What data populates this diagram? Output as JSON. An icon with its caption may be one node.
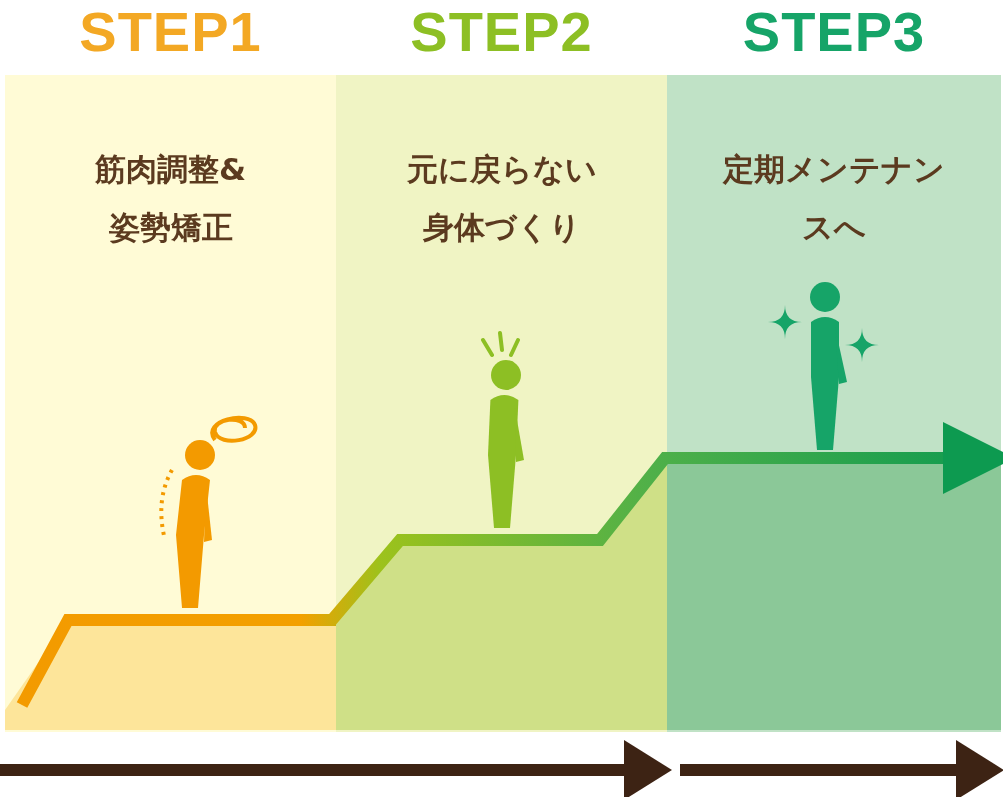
{
  "diagram": {
    "nodes": [
      {
        "text": [
          "STEP1",
          "筋肉調整&姿勢矯正"
        ]
      },
      {
        "text": [
          "STEP2",
          "元に戻らない身体づくり"
        ]
      },
      {
        "text": [
          "STEP3",
          "定期メンテナンスへ"
        ]
      }
    ],
    "edges": [
      {
        "from": 0,
        "to": 1,
        "arrow": "none"
      },
      {
        "from": 1,
        "to": 2,
        "arrow": "to"
      }
    ]
  }
}
